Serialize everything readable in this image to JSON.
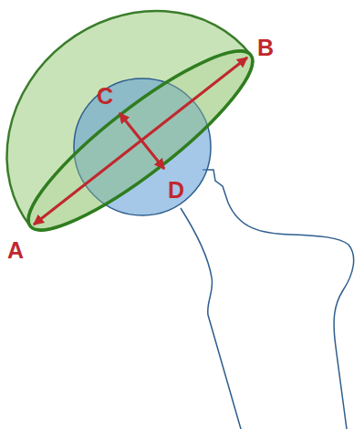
{
  "diagram": {
    "labels": [
      "A",
      "B",
      "C",
      "D"
    ]
  }
}
